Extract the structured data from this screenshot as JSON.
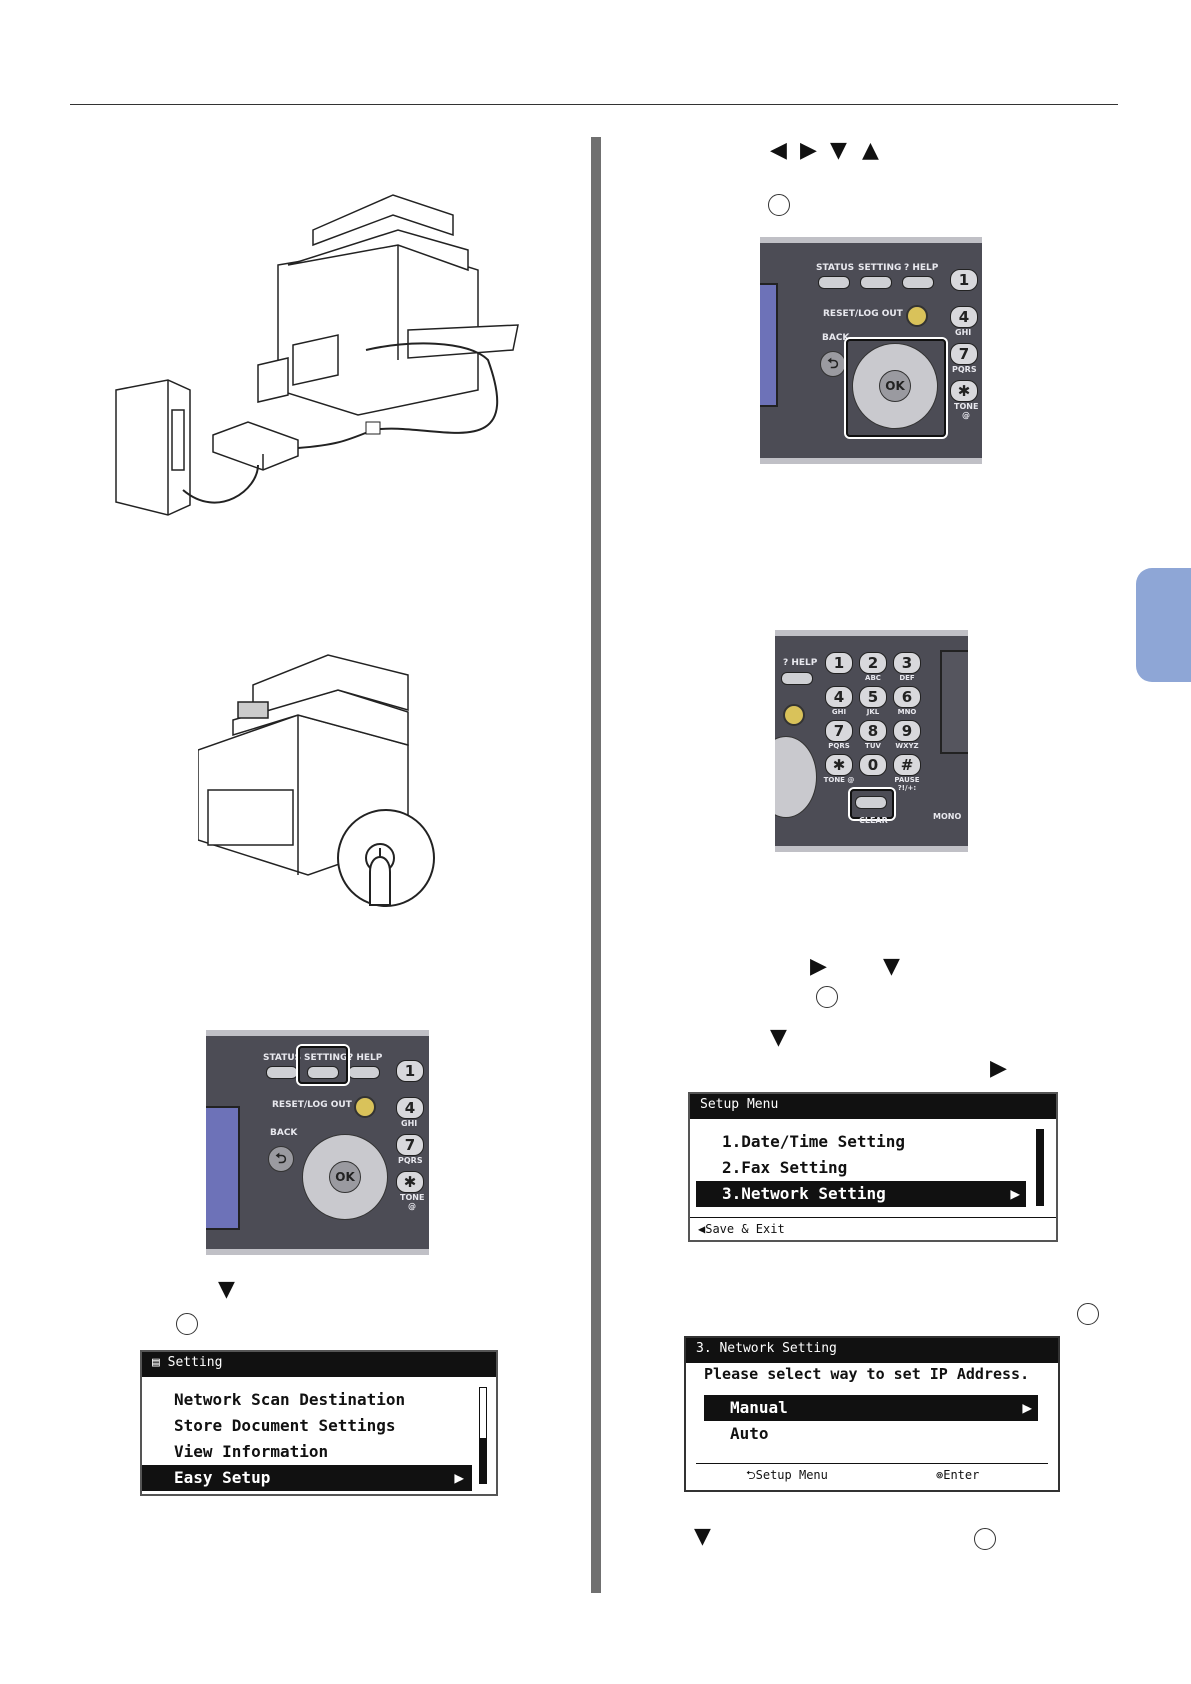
{
  "glyphs": {
    "left": "◀",
    "right": "▶",
    "down": "▼",
    "up": "▲",
    "down_small": "▼",
    "right_small": "▶"
  },
  "panel_a": {
    "status": "STATUS",
    "setting": "SETTING",
    "help": "? HELP",
    "reset": "RESET/LOG OUT",
    "back": "BACK",
    "ok": "OK",
    "key1": "1",
    "key4": "4",
    "key4_sub": "GHI",
    "key7": "7",
    "key7_sub": "PQRS",
    "keystar": "✱",
    "keystar_sub": "TONE @"
  },
  "panel_b": {
    "help": "? HELP",
    "keys": [
      {
        "num": "1",
        "sub": ""
      },
      {
        "num": "2",
        "sub": "ABC"
      },
      {
        "num": "3",
        "sub": "DEF"
      },
      {
        "num": "4",
        "sub": "GHI"
      },
      {
        "num": "5",
        "sub": "JKL"
      },
      {
        "num": "6",
        "sub": "MNO"
      },
      {
        "num": "7",
        "sub": "PQRS"
      },
      {
        "num": "8",
        "sub": "TUV"
      },
      {
        "num": "9",
        "sub": "WXYZ"
      },
      {
        "num": "✱",
        "sub": "TONE @"
      },
      {
        "num": "0",
        "sub": ""
      },
      {
        "num": "#",
        "sub": "PAUSE ?!/+:"
      }
    ],
    "clear": "CLEAR",
    "mono": "MONO"
  },
  "lcd_setting": {
    "header": "Setting",
    "items": [
      "Network Scan Destination",
      "Store Document Settings",
      "View Information",
      "Easy Setup"
    ],
    "selected_index": 3
  },
  "lcd_setup_menu": {
    "header": "Setup Menu",
    "items": [
      "1.Date/Time Setting",
      "2.Fax Setting",
      "3.Network Setting"
    ],
    "selected_index": 2,
    "footer": "Save & Exit"
  },
  "lcd_network": {
    "header": "3. Network Setting",
    "prompt": "Please select way to set IP Address.",
    "items": [
      "Manual",
      "Auto"
    ],
    "selected_index": 0,
    "footer_left": "Setup Menu",
    "footer_right": "Enter"
  }
}
